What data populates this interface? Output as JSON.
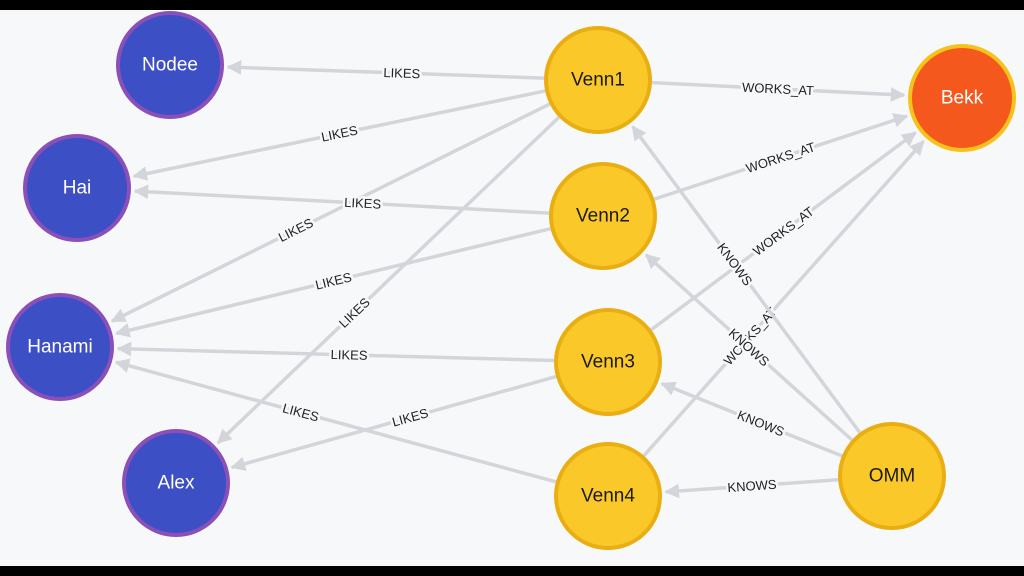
{
  "colors": {
    "background": "#f7f8fa",
    "person_fill": "#3d4fc4",
    "person_stroke": "#8a4fb8",
    "venn_fill": "#fbc82a",
    "venn_stroke": "#e9ae12",
    "company_fill": "#f4581c",
    "company_stroke": "#f6c21b",
    "edge": "#d3d5da"
  },
  "graph": {
    "nodes": [
      {
        "id": "nodee",
        "label": "Nodee",
        "kind": "person"
      },
      {
        "id": "hai",
        "label": "Hai",
        "kind": "person"
      },
      {
        "id": "hanami",
        "label": "Hanami",
        "kind": "person"
      },
      {
        "id": "alex",
        "label": "Alex",
        "kind": "person"
      },
      {
        "id": "venn1",
        "label": "Venn1",
        "kind": "venn"
      },
      {
        "id": "venn2",
        "label": "Venn2",
        "kind": "venn"
      },
      {
        "id": "venn3",
        "label": "Venn3",
        "kind": "venn"
      },
      {
        "id": "venn4",
        "label": "Venn4",
        "kind": "venn"
      },
      {
        "id": "bekk",
        "label": "Bekk",
        "kind": "company"
      },
      {
        "id": "omm",
        "label": "OMM",
        "kind": "org"
      }
    ],
    "edges": [
      {
        "from": "venn1",
        "to": "nodee",
        "label": "LIKES"
      },
      {
        "from": "venn1",
        "to": "hai",
        "label": "LIKES"
      },
      {
        "from": "venn1",
        "to": "hanami",
        "label": "LIKES"
      },
      {
        "from": "venn1",
        "to": "alex",
        "label": "LIKES"
      },
      {
        "from": "venn2",
        "to": "hai",
        "label": "LIKES"
      },
      {
        "from": "venn2",
        "to": "hanami",
        "label": "LIKES"
      },
      {
        "from": "venn3",
        "to": "hanami",
        "label": "LIKES"
      },
      {
        "from": "venn3",
        "to": "alex",
        "label": "LIKES"
      },
      {
        "from": "venn4",
        "to": "hanami",
        "label": "LIKES"
      },
      {
        "from": "venn1",
        "to": "bekk",
        "label": "WORKS_AT"
      },
      {
        "from": "venn2",
        "to": "bekk",
        "label": "WORKS_AT"
      },
      {
        "from": "venn3",
        "to": "bekk",
        "label": "WORKS_AT"
      },
      {
        "from": "venn4",
        "to": "bekk",
        "label": "WORKS_AT"
      },
      {
        "from": "omm",
        "to": "venn1",
        "label": "KNOWS"
      },
      {
        "from": "omm",
        "to": "venn2",
        "label": "KNOWS"
      },
      {
        "from": "omm",
        "to": "venn3",
        "label": "KNOWS"
      },
      {
        "from": "omm",
        "to": "venn4",
        "label": "KNOWS"
      }
    ]
  }
}
